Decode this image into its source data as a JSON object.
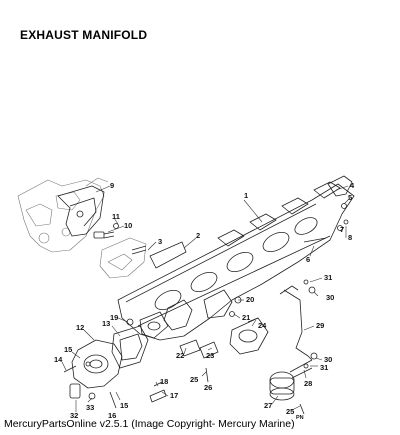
{
  "title": "EXHAUST MANIFOLD",
  "footer": "MercuryPartsOnline v2.5.1 (Image Copyright- Mercury Marine)",
  "callouts": {
    "c1": "1",
    "c2": "2",
    "c3": "3",
    "c4": "4",
    "c5": "5",
    "c6": "6",
    "c7": "7",
    "c8": "8",
    "c9": "9",
    "c10": "10",
    "c11": "11",
    "c12": "12",
    "c13": "13",
    "c14": "14",
    "c15a": "15",
    "c15b": "15",
    "c16": "16",
    "c17": "17",
    "c18": "18",
    "c19": "19",
    "c20": "20",
    "c21": "21",
    "c22": "22",
    "c23": "23",
    "c24": "24",
    "c25a": "25",
    "c25b": "25",
    "c26": "26",
    "c27": "27",
    "c28": "28",
    "c29": "29",
    "c30a": "30",
    "c30b": "30",
    "c31a": "31",
    "c31b": "31",
    "c32": "32",
    "c33": "33",
    "pn": "PN"
  }
}
